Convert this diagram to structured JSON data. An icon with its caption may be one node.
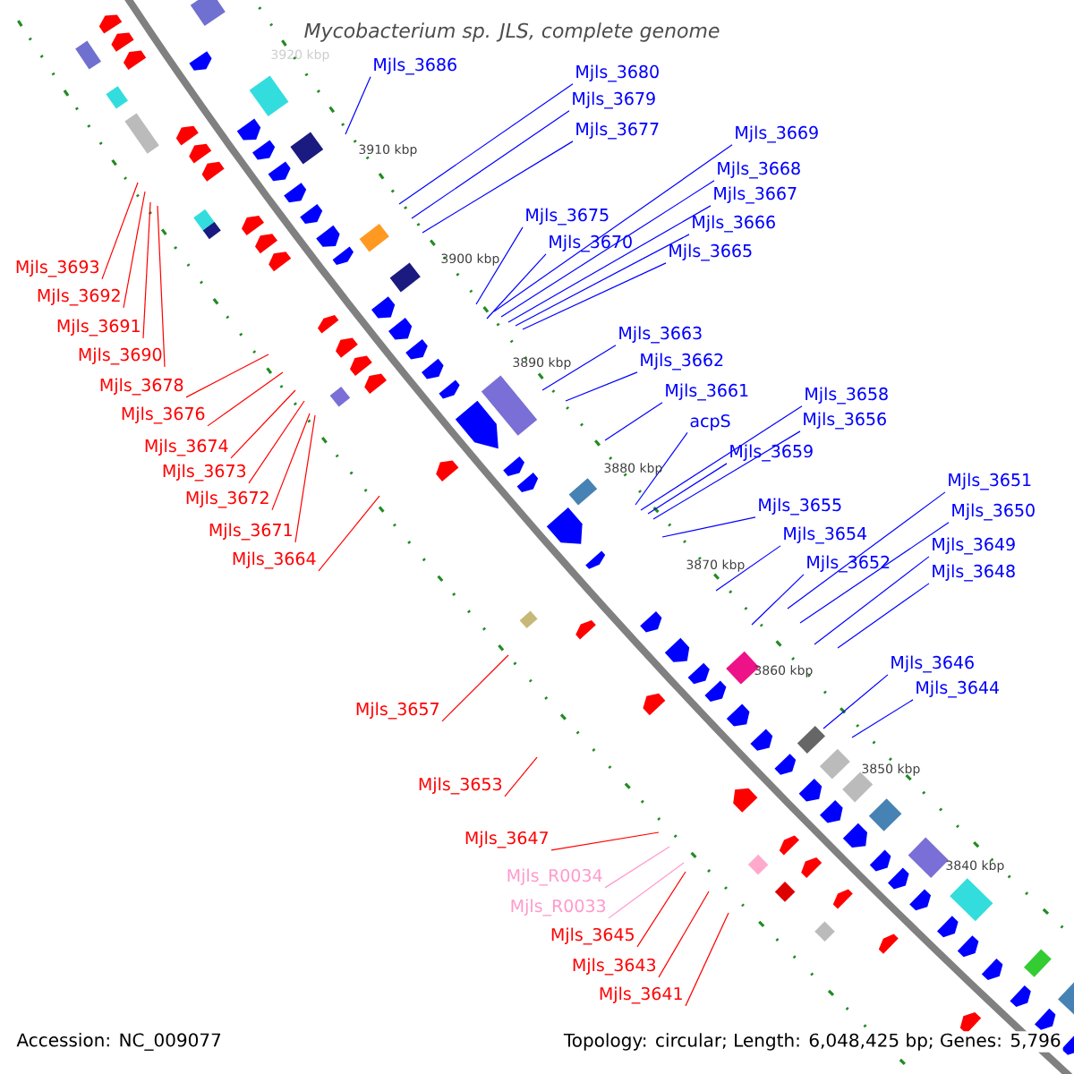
{
  "diagram": {
    "title": "*Mycobacterium sp. JLS*, complete genome",
    "nodes": [
      {
        "text": [
          "Mjls_3686"
        ]
      },
      {
        "text": [
          "Mjls_3680"
        ]
      },
      {
        "text": [
          "Mjls_3679"
        ]
      },
      {
        "text": [
          "Mjls_3677"
        ]
      },
      {
        "text": [
          "Mjls_3669"
        ]
      },
      {
        "text": [
          "Mjls_3668"
        ]
      },
      {
        "text": [
          "Mjls_3667"
        ]
      },
      {
        "text": [
          "Mjls_3675"
        ]
      },
      {
        "text": [
          "Mjls_3670"
        ]
      },
      {
        "text": [
          "Mjls_3666"
        ]
      },
      {
        "text": [
          "Mjls_3665"
        ]
      },
      {
        "text": [
          "Mjls_3693"
        ]
      },
      {
        "text": [
          "Mjls_3692"
        ]
      },
      {
        "text": [
          "Mjls_3691"
        ]
      },
      {
        "text": [
          "Mjls_3663"
        ]
      },
      {
        "text": [
          "Mjls_3690"
        ]
      },
      {
        "text": [
          "Mjls_3662"
        ]
      },
      {
        "text": [
          "Mjls_3678"
        ]
      },
      {
        "text": [
          "Mjls_3661"
        ]
      },
      {
        "text": [
          "Mjls_3658"
        ]
      },
      {
        "text": [
          "Mjls_3676"
        ]
      },
      {
        "text": [
          "acpS"
        ]
      },
      {
        "text": [
          "Mjls_3656"
        ]
      },
      {
        "text": [
          "Mjls_3674"
        ]
      },
      {
        "text": [
          "Mjls_3659"
        ]
      },
      {
        "text": [
          "Mjls_3673"
        ]
      },
      {
        "text": [
          "Mjls_3651"
        ]
      },
      {
        "text": [
          "Mjls_3672"
        ]
      },
      {
        "text": [
          "Mjls_3655"
        ]
      },
      {
        "text": [
          "Mjls_3650"
        ]
      },
      {
        "text": [
          "Mjls_3671"
        ]
      },
      {
        "text": [
          "Mjls_3654"
        ]
      },
      {
        "text": [
          "Mjls_3649"
        ]
      },
      {
        "text": [
          "Mjls_3664"
        ]
      },
      {
        "text": [
          "Mjls_3652"
        ]
      },
      {
        "text": [
          "Mjls_3648"
        ]
      },
      {
        "text": [
          "Mjls_3646"
        ]
      },
      {
        "text": [
          "Mjls_3644"
        ]
      },
      {
        "text": [
          "Mjls_3657"
        ]
      },
      {
        "text": [
          "Mjls_3653"
        ]
      },
      {
        "text": [
          "Mjls_3647"
        ]
      },
      {
        "text": [
          "Mjls_R0034"
        ]
      },
      {
        "text": [
          "Mjls_R0033"
        ]
      },
      {
        "text": [
          "Mjls_3645"
        ]
      },
      {
        "text": [
          "Mjls_3643"
        ]
      },
      {
        "text": [
          "Mjls_3641"
        ]
      }
    ],
    "edges": [
      {
        "from": 0,
        "to": null,
        "arrow": "none"
      },
      {
        "from": 1,
        "to": null,
        "arrow": "none"
      },
      {
        "from": 2,
        "to": null,
        "arrow": "none"
      },
      {
        "from": 3,
        "to": null,
        "arrow": "none"
      },
      {
        "from": 4,
        "to": null,
        "arrow": "none"
      },
      {
        "from": 5,
        "to": null,
        "arrow": "none"
      },
      {
        "from": 6,
        "to": null,
        "arrow": "none"
      },
      {
        "from": 7,
        "to": null,
        "arrow": "none"
      },
      {
        "from": 8,
        "to": null,
        "arrow": "none"
      },
      {
        "from": 9,
        "to": null,
        "arrow": "none"
      },
      {
        "from": 10,
        "to": null,
        "arrow": "none"
      },
      {
        "from": 11,
        "to": null,
        "arrow": "none",
        "color": "#ff0000"
      },
      {
        "from": 12,
        "to": null,
        "arrow": "none",
        "color": "#ff0000"
      },
      {
        "from": 13,
        "to": null,
        "arrow": "none",
        "color": "#ff0000"
      },
      {
        "from": 14,
        "to": null,
        "arrow": "none"
      },
      {
        "from": 15,
        "to": null,
        "arrow": "none",
        "color": "#ff0000"
      },
      {
        "from": 16,
        "to": null,
        "arrow": "none"
      },
      {
        "from": 17,
        "to": null,
        "arrow": "none",
        "color": "#ff0000"
      },
      {
        "from": 18,
        "to": null,
        "arrow": "none"
      },
      {
        "from": 19,
        "to": null,
        "arrow": "none"
      },
      {
        "from": 20,
        "to": null,
        "arrow": "none",
        "color": "#ff0000"
      },
      {
        "from": 21,
        "to": null,
        "arrow": "none"
      },
      {
        "from": 22,
        "to": null,
        "arrow": "none"
      },
      {
        "from": 23,
        "to": null,
        "arrow": "none",
        "color": "#ff0000"
      },
      {
        "from": 24,
        "to": null,
        "arrow": "none"
      },
      {
        "from": 25,
        "to": null,
        "arrow": "none",
        "color": "#ff0000"
      },
      {
        "from": 26,
        "to": null,
        "arrow": "none"
      },
      {
        "from": 27,
        "to": null,
        "arrow": "none",
        "color": "#ff0000"
      },
      {
        "from": 28,
        "to": null,
        "arrow": "none"
      },
      {
        "from": 29,
        "to": null,
        "arrow": "none"
      },
      {
        "from": 30,
        "to": null,
        "arrow": "none",
        "color": "#ff0000"
      },
      {
        "from": 31,
        "to": null,
        "arrow": "none"
      },
      {
        "from": 32,
        "to": null,
        "arrow": "none"
      },
      {
        "from": 33,
        "to": null,
        "arrow": "none",
        "color": "#ff0000"
      },
      {
        "from": 34,
        "to": null,
        "arrow": "none"
      },
      {
        "from": 35,
        "to": null,
        "arrow": "none"
      },
      {
        "from": 36,
        "to": null,
        "arrow": "none"
      },
      {
        "from": 37,
        "to": null,
        "arrow": "none"
      },
      {
        "from": 38,
        "to": null,
        "arrow": "none",
        "color": "#ff0000"
      },
      {
        "from": 39,
        "to": null,
        "arrow": "none",
        "color": "#ff0000"
      },
      {
        "from": 40,
        "to": null,
        "arrow": "none",
        "color": "#ff0000"
      },
      {
        "from": 41,
        "to": null,
        "arrow": "none",
        "color": "#ff99cc"
      },
      {
        "from": 42,
        "to": null,
        "arrow": "none",
        "color": "#ff99cc"
      },
      {
        "from": 43,
        "to": null,
        "arrow": "none",
        "color": "#ff0000"
      },
      {
        "from": 44,
        "to": null,
        "arrow": "none",
        "color": "#ff0000"
      },
      {
        "from": 45,
        "to": null,
        "arrow": "none",
        "color": "#ff0000"
      }
    ],
    "labels": [
      "3920 kbp",
      "3910 kbp",
      "3900 kbp",
      "3890 kbp",
      "3880 kbp",
      "3870 kbp",
      "3860 kbp",
      "3850 kbp",
      "3840 kbp",
      "Accession: NC_009077",
      "Topology: circular; Length: 6,048,425 bp; Genes: 5,796"
    ]
  }
}
